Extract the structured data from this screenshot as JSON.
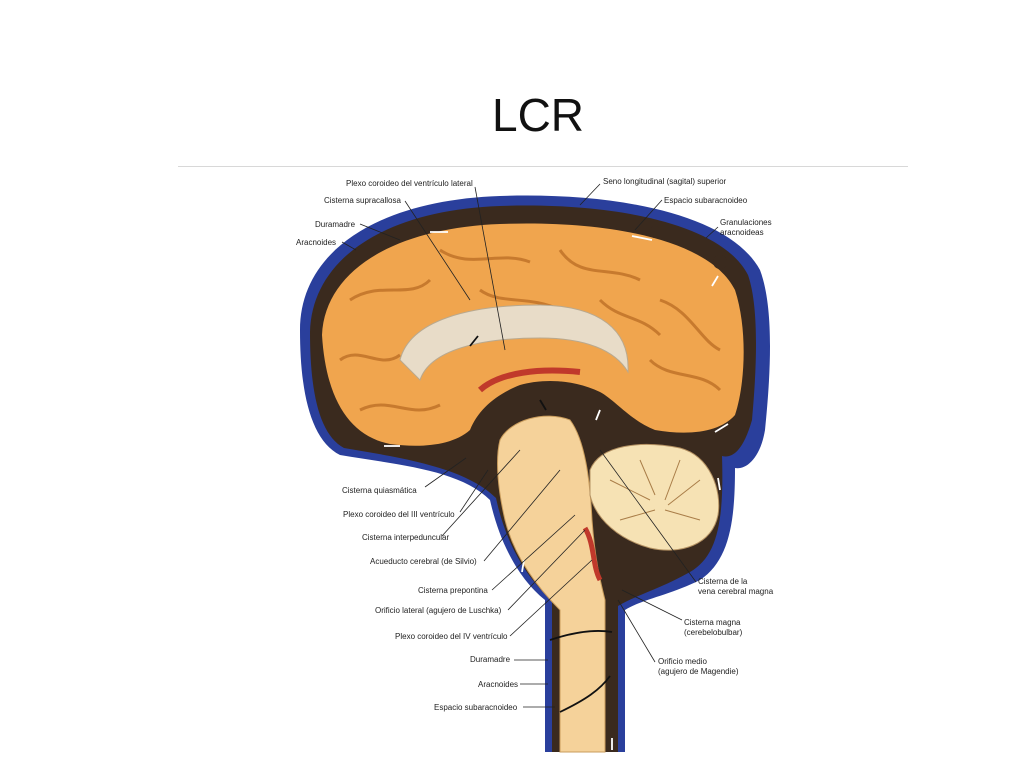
{
  "slide": {
    "title": "LCR"
  },
  "diagram": {
    "labels": {
      "plexo_coroideo_ventriculo_lateral": "Plexo coroideo del ventrículo lateral",
      "cisterna_supracallosa": "Cisterna supracallosa",
      "duramadre_top": "Duramadre",
      "aracnoides_top": "Aracnoides",
      "seno_longitudinal": "Seno longitudinal (sagital) superior",
      "espacio_subaracnoideo_top": "Espacio subaracnoideo",
      "granulaciones_1": "Granulaciones",
      "granulaciones_2": "aracnoideas",
      "cisterna_quiasmatica": "Cisterna quiasmática",
      "plexo_iii_ventriculo": "Plexo coroideo del III ventrículo",
      "cisterna_interpeduncular": "Cisterna interpeduncular",
      "acueducto_cerebral": "Acueducto cerebral (de Silvio)",
      "cisterna_prepontina": "Cisterna prepontina",
      "orificio_lateral": "Orificio lateral (agujero de Luschka)",
      "plexo_iv_ventriculo": "Plexo coroideo del IV ventrículo",
      "duramadre_bottom": "Duramadre",
      "aracnoides_bottom": "Aracnoides",
      "espacio_subaracnoideo_bottom": "Espacio subaracnoideo",
      "cisterna_vena_cerebral_1": "Cisterna de la",
      "cisterna_vena_cerebral_2": "vena cerebral magna",
      "cisterna_magna_1": "Cisterna magna",
      "cisterna_magna_2": "(cerebelobulbar)",
      "orificio_medio_1": "Orificio medio",
      "orificio_medio_2": "(agujero de Magendie)"
    },
    "colors": {
      "dura_blue": "#2a3f9c",
      "csf_space": "#3a2a1e",
      "cortex": "#f0a54e",
      "cortex_dark": "#c77a2e",
      "cerebellum": "#f6e2b4",
      "brainstem": "#f5d29a",
      "plexus": "#c0392b"
    }
  }
}
